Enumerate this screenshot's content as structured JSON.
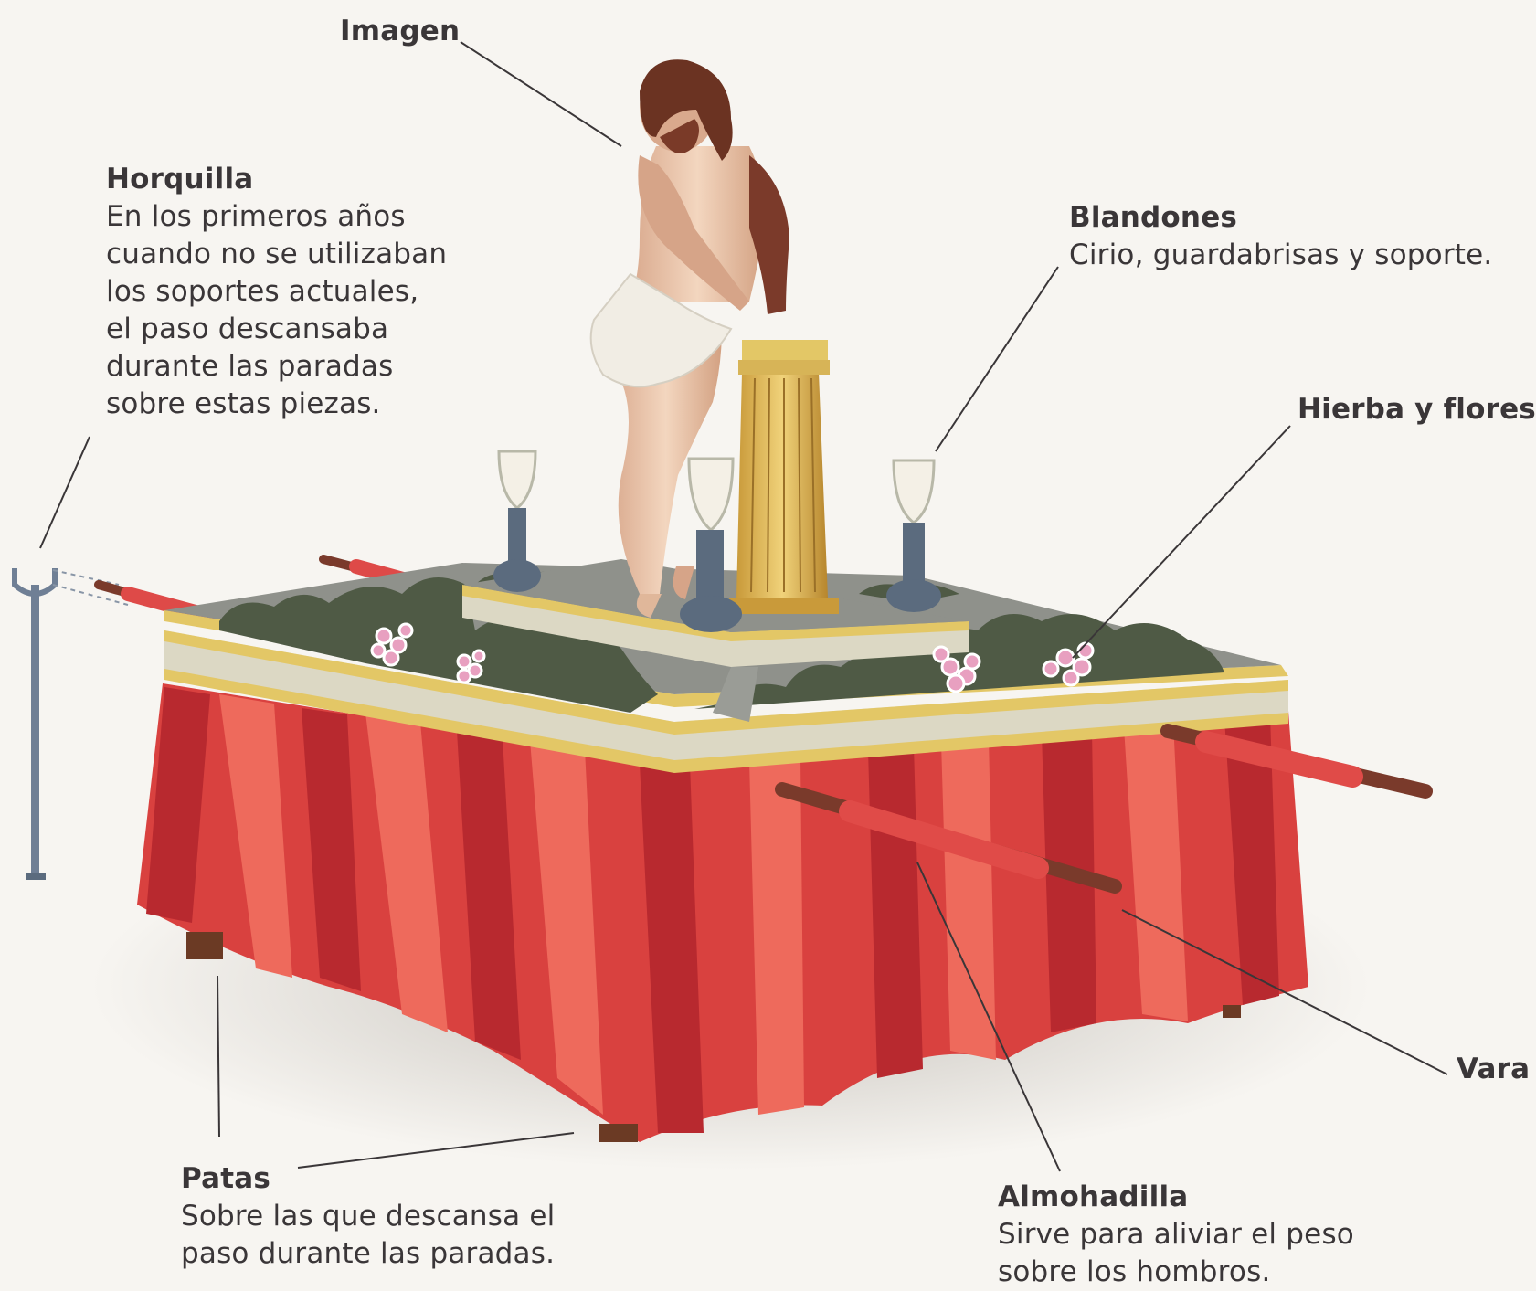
{
  "labels": {
    "imagen": {
      "title": "Imagen"
    },
    "horquilla": {
      "title": "Horquilla",
      "lines": [
        "En los primeros años",
        "cuando no se utilizaban",
        "los soportes actuales,",
        "el paso descansaba",
        "durante las paradas",
        "sobre estas piezas."
      ]
    },
    "blandones": {
      "title": "Blandones",
      "desc": "Cirio, guardabrisas y soporte."
    },
    "hierba": {
      "title": "Hierba y flores"
    },
    "vara": {
      "title": "Vara"
    },
    "patas": {
      "title": "Patas",
      "lines": [
        "Sobre las que descansa el",
        "paso durante las paradas."
      ]
    },
    "almohadilla": {
      "title": "Almohadilla",
      "lines": [
        "Sirve para aliviar el peso",
        "sobre los hombros."
      ]
    }
  },
  "colors": {
    "skirt_red": "#d9413f",
    "skirt_light": "#ee6a5c",
    "skirt_dark": "#b8292f",
    "gold": "#e3c766",
    "gold_dark": "#b89540",
    "platform": "#dcd8c4",
    "greenery": "#4f5a45",
    "skin": "#e8c2a6",
    "hair": "#6b3322",
    "candle_base": "#5b6b7e",
    "text": "#3a3638",
    "leader": "#3a3638"
  }
}
